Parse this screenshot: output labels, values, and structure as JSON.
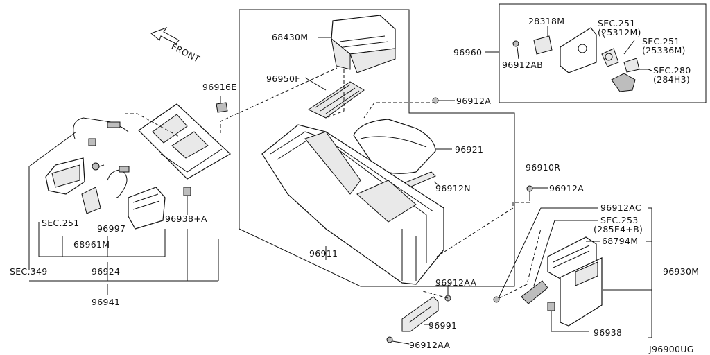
{
  "diagram": {
    "orientation_label": "FRONT",
    "figure_code": "J96900UG",
    "parts": {
      "p68430M": "68430M",
      "p96950F": "96950F",
      "p96916E": "96916E",
      "p96912A_top": "96912A",
      "p96921": "96921",
      "p96910R": "96910R",
      "p96912N": "96912N",
      "p96912A_mid": "96912A",
      "p96911": "96911",
      "p96912AA_mid": "96912AA",
      "p96991": "96991",
      "p96912AA_bot": "96912AA",
      "p96960": "96960",
      "p28318M": "28318M",
      "p96912AB": "96912AB",
      "sec251a": "SEC.251",
      "sec251a_sub": "(25312M)",
      "sec251b": "SEC.251",
      "sec251b_sub": "(25336M)",
      "sec280": "SEC.280",
      "sec280_sub": "(284H3)",
      "p96912AC": "96912AC",
      "sec253": "SEC.253",
      "sec253_sub": "(285E4+B)",
      "p68794M": "68794M",
      "p96930M": "96930M",
      "p96938": "96938",
      "sec251_left": "SEC.251",
      "p96997": "96997",
      "p96938A": "96938+A",
      "p68961M": "68961M",
      "sec349": "SEC.349",
      "p96924": "96924",
      "p96941": "96941"
    }
  }
}
